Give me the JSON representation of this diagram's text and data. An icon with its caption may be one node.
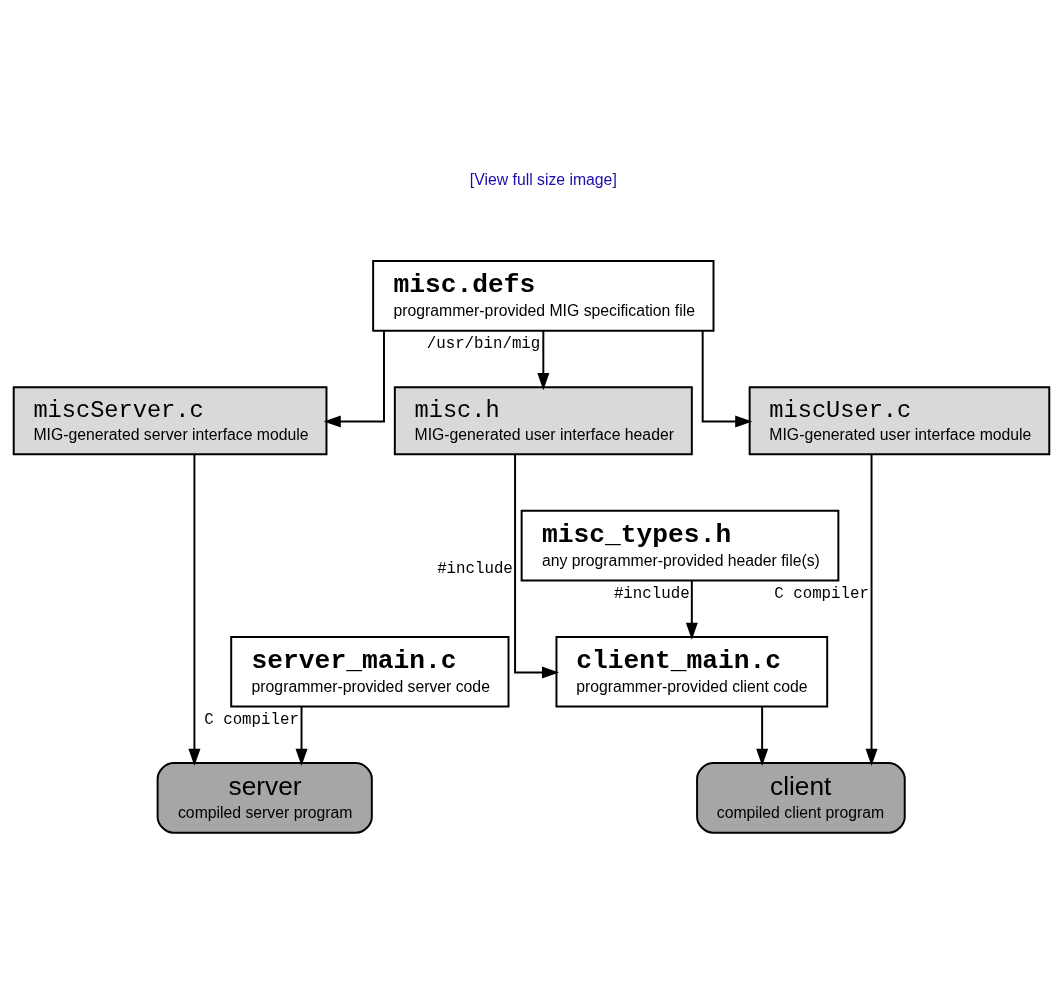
{
  "diagram": {
    "nodes": [
      {
        "text": [
          "misc.defs",
          "programmer-provided MIG specification file"
        ]
      },
      {
        "text": [
          "miscServer.c",
          "MIG-generated server interface module"
        ]
      },
      {
        "text": [
          "misc.h",
          "MIG-generated user interface header"
        ]
      },
      {
        "text": [
          "miscUser.c",
          "MIG-generated user interface module"
        ]
      },
      {
        "text": [
          "server_main.c",
          "programmer-provided server code"
        ]
      },
      {
        "text": [
          "client_main.c",
          "programmer-provided client code"
        ]
      },
      {
        "text": [
          "misc_types.h",
          "any programmer-provided header file(s)"
        ]
      },
      {
        "text": [
          "server",
          "compiled server program"
        ]
      },
      {
        "text": [
          "client",
          "compiled client program"
        ]
      }
    ],
    "edges": [
      {
        "from": 0,
        "to": 1,
        "arrow": "to"
      },
      {
        "from": 0,
        "to": 2,
        "arrow": "to",
        "label": "/usr/bin/mig"
      },
      {
        "from": 0,
        "to": 3,
        "arrow": "to"
      },
      {
        "from": 1,
        "to": 7,
        "arrow": "to"
      },
      {
        "from": 4,
        "to": 7,
        "arrow": "to",
        "label": "C compiler"
      },
      {
        "from": 2,
        "to": 5,
        "arrow": "to",
        "label": "#include"
      },
      {
        "from": 6,
        "to": 5,
        "arrow": "to",
        "label": "#include"
      },
      {
        "from": 5,
        "to": 8,
        "arrow": "to"
      },
      {
        "from": 3,
        "to": 8,
        "arrow": "to",
        "label": "C compiler"
      }
    ],
    "labels": [
      "[View full size image]"
    ]
  }
}
